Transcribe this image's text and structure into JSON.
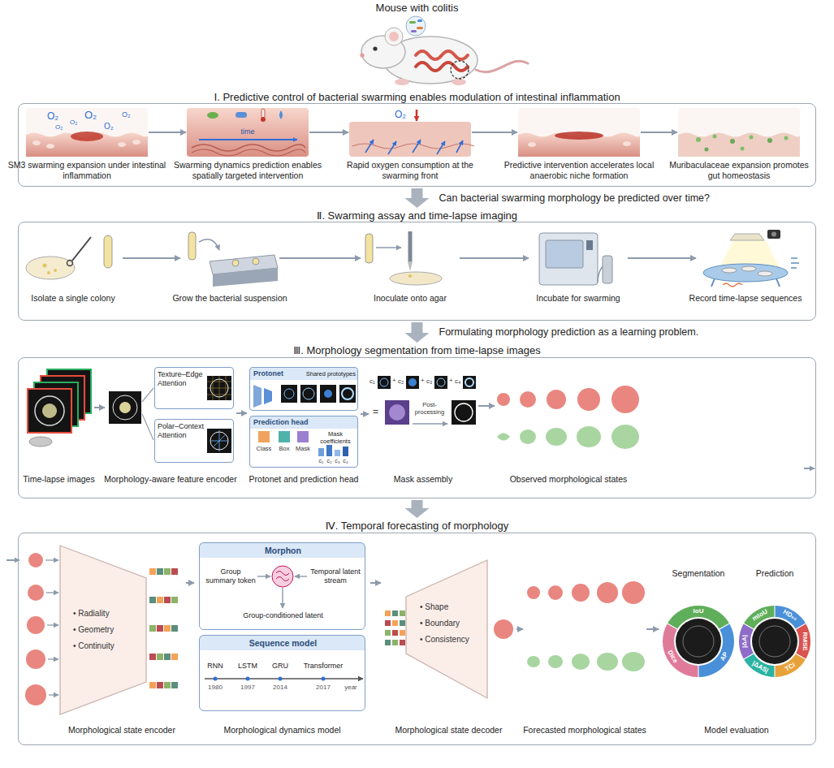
{
  "diagram": {
    "title": "Mouse with colitis",
    "nodes": [
      {
        "text": [
          "Ⅰ. Predictive control of bacterial swarming enables modulation of intestinal inflammation"
        ]
      },
      {
        "text": [
          "SM3 swarming expansion under intestinal inflammation"
        ],
        "in": 0
      },
      {
        "text": [
          "Swarming dynamics prediction enables spatially targeted intervention"
        ],
        "in": 0
      },
      {
        "text": [
          "Rapid oxygen consumption at the swarming front"
        ],
        "in": 0
      },
      {
        "text": [
          "Predictive intervention accelerates local anaerobic niche formation"
        ],
        "in": 0
      },
      {
        "text": [
          "Muribaculaceae expansion promotes gut homeostasis"
        ],
        "in": 0
      },
      {
        "text": [
          "Ⅱ. Swarming assay and time-lapse imaging"
        ]
      },
      {
        "text": [
          "Isolate a single colony"
        ],
        "in": 6
      },
      {
        "text": [
          "Grow the bacterial suspension"
        ],
        "in": 6
      },
      {
        "text": [
          "Inoculate onto agar"
        ],
        "in": 6
      },
      {
        "text": [
          "Incubate for swarming"
        ],
        "in": 6
      },
      {
        "text": [
          "Record time-lapse sequences"
        ],
        "in": 6
      },
      {
        "text": [
          "Ⅲ. Morphology segmentation from time-lapse images"
        ]
      },
      {
        "text": [
          "Time-lapse images"
        ],
        "in": 12
      },
      {
        "text": [
          "Morphology-aware feature encoder"
        ],
        "in": 12
      },
      {
        "text": [
          "Texture–Edge Attention"
        ],
        "in": 14
      },
      {
        "text": [
          "Polar–Context Attention"
        ],
        "in": 14
      },
      {
        "text": [
          "Protonet and prediction head"
        ],
        "in": 12
      },
      {
        "text": [
          "Protonet",
          "Shared prototypes"
        ],
        "in": 17
      },
      {
        "text": [
          "Prediction head",
          "Mask coefficients"
        ],
        "in": 17
      },
      {
        "text": [
          "Mask assembly"
        ],
        "in": 12
      },
      {
        "text": [
          "Observed morphological states"
        ],
        "in": 12
      },
      {
        "text": [
          "Ⅳ. Temporal forecasting of morphology"
        ]
      },
      {
        "text": [
          "• Radiality",
          "• Geometry",
          "• Continuity",
          "Morphological state encoder"
        ],
        "in": 22
      },
      {
        "text": [
          "Morphological dynamics model"
        ],
        "in": 22
      },
      {
        "text": [
          "Morphon",
          "Group summary token",
          "Temporal latent stream",
          "Group-conditioned latent"
        ],
        "in": 24
      },
      {
        "text": [
          "Sequence model"
        ],
        "in": 24
      },
      {
        "text": [
          "• Shape",
          "• Boundary",
          "• Consistency",
          "Morphological state decoder"
        ],
        "in": 22
      },
      {
        "text": [
          "Forecasted morphological states"
        ],
        "in": 22
      },
      {
        "text": [
          "Model evaluation"
        ],
        "in": 22
      },
      {
        "text": [
          "Segmentation",
          "IoU",
          "AP",
          "Dice"
        ],
        "in": 29
      },
      {
        "text": [
          "Prediction",
          "mIoU",
          "HD₉₅",
          "RMSE",
          "TCI",
          "|ΔAS|",
          "|ΔA|"
        ],
        "in": 29
      }
    ],
    "edges": [
      {
        "from": 0,
        "to": 6,
        "arrow": "to",
        "label": "Can bacterial swarming morphology be predicted over time?"
      },
      {
        "from": 6,
        "to": 12,
        "arrow": "to",
        "label": "Formulating morphology prediction as a learning problem."
      },
      {
        "from": 12,
        "to": 22,
        "arrow": "to"
      },
      {
        "from": 1,
        "to": 2,
        "arrow": "to"
      },
      {
        "from": 2,
        "to": 3,
        "arrow": "to"
      },
      {
        "from": 3,
        "to": 4,
        "arrow": "to"
      },
      {
        "from": 4,
        "to": 5,
        "arrow": "to"
      },
      {
        "from": 7,
        "to": 8,
        "arrow": "to"
      },
      {
        "from": 8,
        "to": 9,
        "arrow": "to"
      },
      {
        "from": 9,
        "to": 10,
        "arrow": "to"
      },
      {
        "from": 10,
        "to": 11,
        "arrow": "to"
      },
      {
        "from": 13,
        "to": 14,
        "arrow": "to"
      },
      {
        "from": 14,
        "to": 17,
        "arrow": "to"
      },
      {
        "from": 17,
        "to": 20,
        "arrow": "to"
      },
      {
        "from": 20,
        "to": 21,
        "arrow": "to"
      },
      {
        "from": 23,
        "to": 24,
        "arrow": "to"
      },
      {
        "from": 24,
        "to": 27,
        "arrow": "to"
      },
      {
        "from": 27,
        "to": 28,
        "arrow": "to"
      },
      {
        "from": 28,
        "to": 29,
        "arrow": "to"
      }
    ],
    "labels": [
      "O₂",
      "O₂",
      "O₂",
      "O₂",
      "O₂",
      "O₂",
      "time",
      "O₂",
      "Class",
      "Box",
      "Mask",
      "c₁",
      "c₂",
      "c₃",
      "c₄",
      "c₁",
      "+",
      "c₂",
      "+",
      "c₃",
      "+",
      "c₄",
      "=",
      "Post-processing",
      "RNN",
      "LSTM",
      "GRU",
      "Transformer",
      "1980",
      "1997",
      "2014",
      "2017",
      "year"
    ]
  }
}
